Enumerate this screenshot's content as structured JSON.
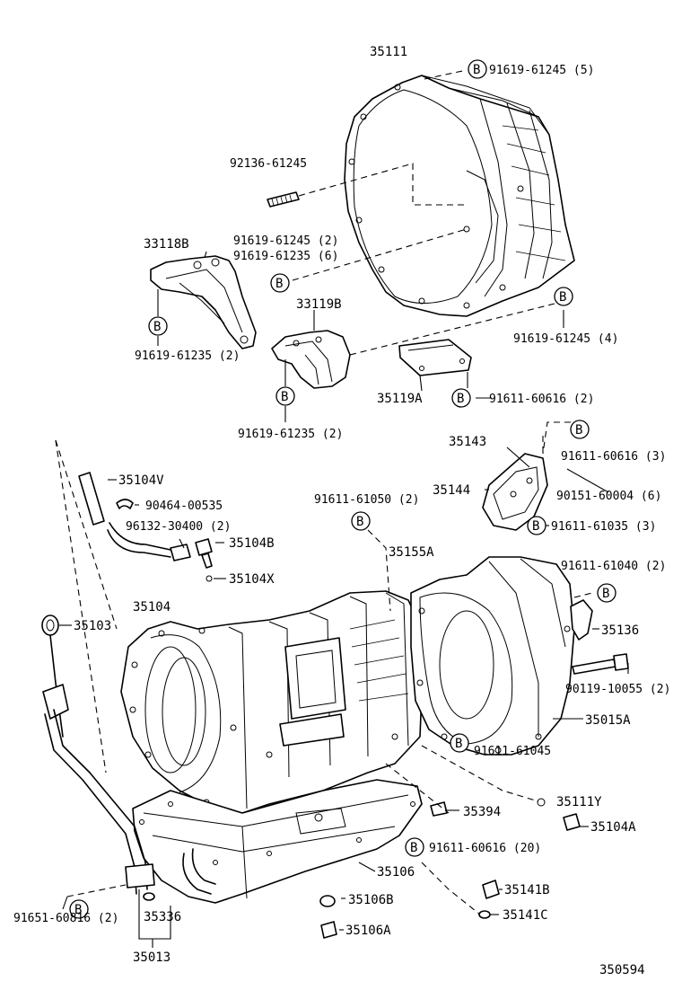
{
  "labels": {
    "p35111": "35111",
    "bolt_top": "91619-61245 (5)",
    "stud": "92136-61245",
    "p33118B": "33118B",
    "bolt_mid_a": "91619-61245 (2)",
    "bolt_mid_b": "91619-61235 (6)",
    "p33119B": "33119B",
    "bolt_left_bracket": "91619-61235 (2)",
    "bolt_right_housing": "91619-61245 (4)",
    "p35119A": "35119A",
    "bolt_cover": "91611-60616 (2)",
    "bolt_center_bracket": "91619-61235 (2)",
    "p35143": "35143",
    "bolt_35143": "91611-60616 (3)",
    "p35104V": "35104V",
    "clamp": "90464-00535",
    "p35144": "35144",
    "bolt_35144_upper": "91611-61050 (2)",
    "plug_35144": "90151-60004 (6)",
    "bolt_35144": "91611-61035 (3)",
    "clip": "96132-30400 (2)",
    "p35104B": "35104B",
    "p35155A": "35155A",
    "bolt_rear": "91611-61040 (2)",
    "p35104X": "35104X",
    "p35104": "35104",
    "p35103": "35103",
    "p35136": "35136",
    "bolt_extension": "90119-10055 (2)",
    "p35015A": "35015A",
    "bolt_pan_side": "91611-61045",
    "p35111Y": "35111Y",
    "p35394": "35394",
    "p35104A": "35104A",
    "bolt_pan": "91611-60616 (20)",
    "p35106": "35106",
    "p35141B": "35141B",
    "p35106B": "35106B",
    "p35336": "35336",
    "p35141C": "35141C",
    "bolt_tube": "91651-60816 (2)",
    "p35106A": "35106A",
    "p35013": "35013",
    "diagram_number": "350594"
  },
  "callout_symbol": "B"
}
